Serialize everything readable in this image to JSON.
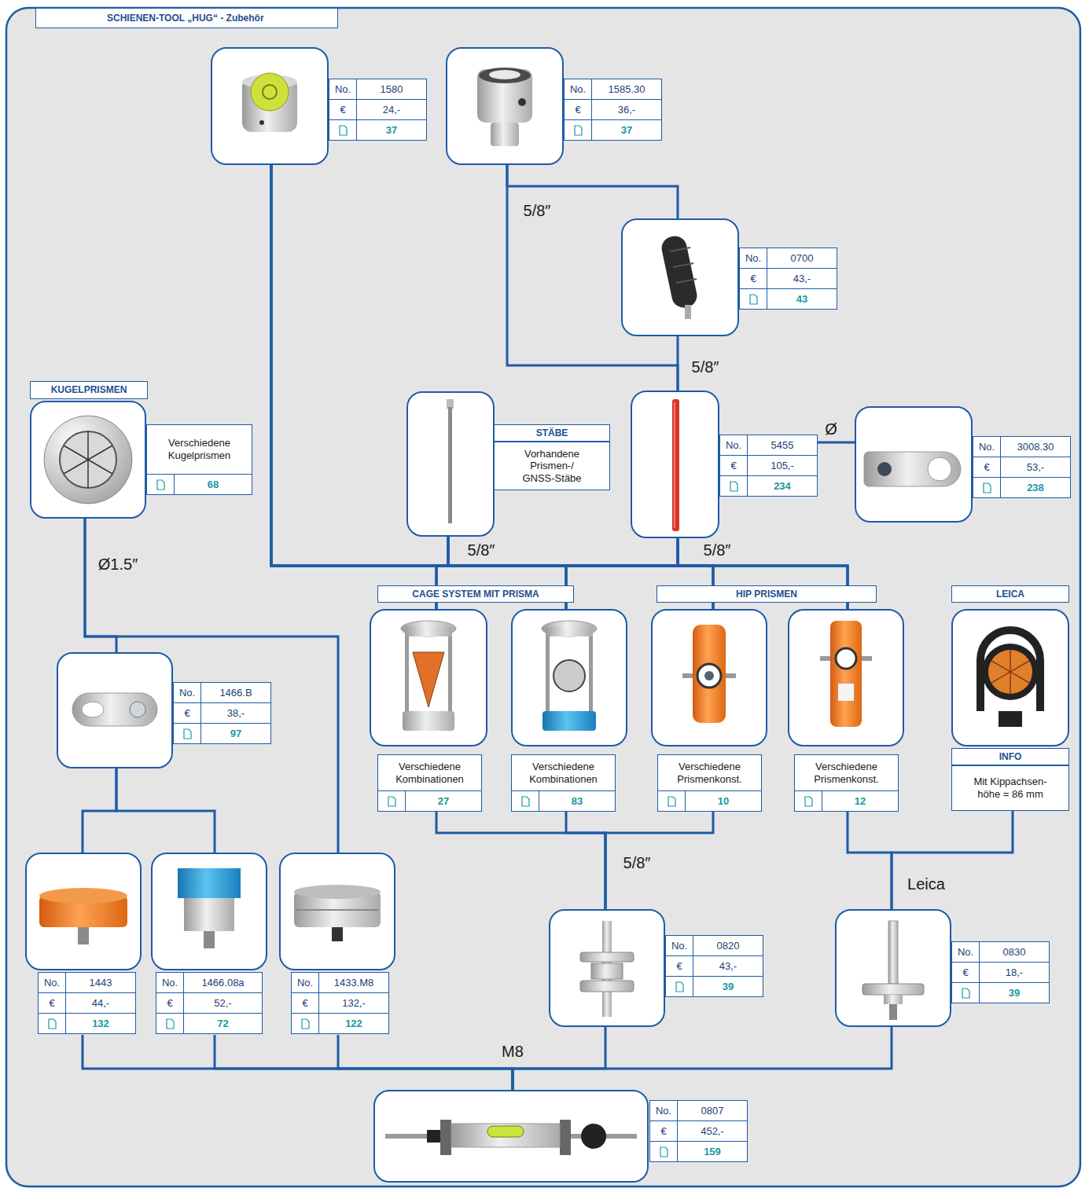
{
  "diagram": {
    "title": "SCHIENEN-TOOL „HUG“ - Zubehör",
    "nodes": [
      {
        "text": [
          "No.",
          "1580",
          "€",
          "24,-",
          "37"
        ]
      },
      {
        "text": [
          "No.",
          "1585.30",
          "€",
          "36,-",
          "37"
        ]
      },
      {
        "text": [
          "No.",
          "0700",
          "€",
          "43,-",
          "43"
        ]
      },
      {
        "text": [
          "KUGELPRISMEN",
          "Verschiedene Kugelprismen",
          "68"
        ]
      },
      {
        "text": [
          "STÄBE",
          "Vorhandene Prismen-/ GNSS-Stäbe"
        ]
      },
      {
        "text": [
          "No.",
          "5455",
          "€",
          "105,-",
          "234"
        ]
      },
      {
        "text": [
          "No.",
          "3008.30",
          "€",
          "53,-",
          "238"
        ]
      },
      {
        "text": [
          "CAGE SYSTEM MIT PRISMA"
        ]
      },
      {
        "text": [
          "Verschiedene Kombinationen",
          "27"
        ]
      },
      {
        "text": [
          "Verschiedene Kombinationen",
          "83"
        ]
      },
      {
        "text": [
          "HIP PRISMEN"
        ]
      },
      {
        "text": [
          "Verschiedene Prismenkonst.",
          "10"
        ]
      },
      {
        "text": [
          "Verschiedene Prismenkonst.",
          "12"
        ]
      },
      {
        "text": [
          "LEICA",
          "INFO",
          "Mit Kippachsen- höhe = 86 mm"
        ]
      },
      {
        "text": [
          "No.",
          "1466.B",
          "€",
          "38,-",
          "97"
        ]
      },
      {
        "text": [
          "No.",
          "1443",
          "€",
          "44,-",
          "132"
        ]
      },
      {
        "text": [
          "No.",
          "1466.08a",
          "€",
          "52,-",
          "72"
        ]
      },
      {
        "text": [
          "No.",
          "1433.M8",
          "€",
          "132,-",
          "122"
        ]
      },
      {
        "text": [
          "No.",
          "0820",
          "€",
          "43,-",
          "39"
        ]
      },
      {
        "text": [
          "No.",
          "0830",
          "€",
          "18,-",
          "39"
        ]
      },
      {
        "text": [
          "No.",
          "0807",
          "€",
          "452,-",
          "159"
        ]
      }
    ],
    "edges": [
      {
        "from": 0,
        "to": 8,
        "arrow": "none"
      },
      {
        "from": 0,
        "to": 9,
        "arrow": "none"
      },
      {
        "from": 0,
        "to": 11,
        "arrow": "none"
      },
      {
        "from": 0,
        "to": 12,
        "arrow": "none"
      },
      {
        "from": 4,
        "to": 8,
        "label": "5/8″",
        "arrow": "none"
      },
      {
        "from": 4,
        "to": 9,
        "arrow": "none"
      },
      {
        "from": 4,
        "to": 11,
        "arrow": "none"
      },
      {
        "from": 4,
        "to": 12,
        "arrow": "none"
      },
      {
        "from": 5,
        "to": 8,
        "arrow": "none"
      },
      {
        "from": 5,
        "to": 9,
        "arrow": "none"
      },
      {
        "from": 5,
        "to": 11,
        "label": "5/8″",
        "arrow": "none"
      },
      {
        "from": 5,
        "to": 12,
        "arrow": "none"
      },
      {
        "from": 1,
        "to": 2,
        "label": "5/8″",
        "arrow": "none"
      },
      {
        "from": 1,
        "to": 5,
        "arrow": "none"
      },
      {
        "from": 2,
        "to": 5,
        "label": "5/8″",
        "arrow": "none"
      },
      {
        "from": 5,
        "to": 6,
        "label": "Ø",
        "arrow": "none"
      },
      {
        "from": 3,
        "to": 14,
        "label": "Ø1.5″",
        "arrow": "none"
      },
      {
        "from": 3,
        "to": 17,
        "arrow": "none"
      },
      {
        "from": 14,
        "to": 15,
        "arrow": "none"
      },
      {
        "from": 14,
        "to": 16,
        "arrow": "none"
      },
      {
        "from": 8,
        "to": 18,
        "label": "5/8″",
        "arrow": "none"
      },
      {
        "from": 9,
        "to": 18,
        "arrow": "none"
      },
      {
        "from": 11,
        "to": 18,
        "arrow": "none"
      },
      {
        "from": 12,
        "to": 19,
        "label": "Leica",
        "arrow": "none"
      },
      {
        "from": 13,
        "to": 19,
        "arrow": "none"
      },
      {
        "from": 15,
        "to": 20,
        "label": "M8",
        "arrow": "none"
      },
      {
        "from": 16,
        "to": 20,
        "arrow": "none"
      },
      {
        "from": 17,
        "to": 20,
        "arrow": "none"
      },
      {
        "from": 18,
        "to": 20,
        "arrow": "none"
      },
      {
        "from": 19,
        "to": 20,
        "arrow": "none"
      }
    ]
  }
}
